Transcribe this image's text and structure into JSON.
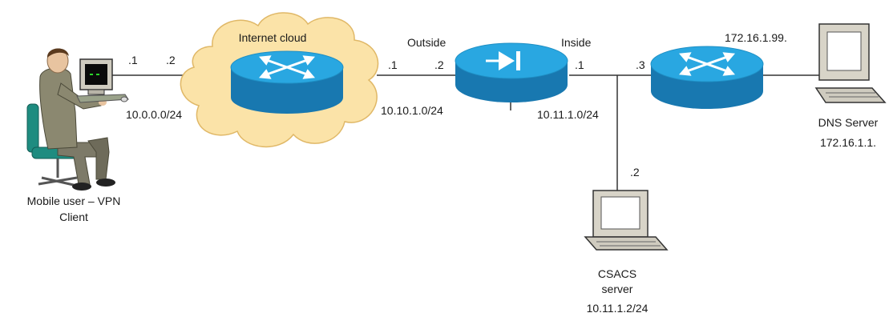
{
  "labels": {
    "cloud": "Internet cloud",
    "user_line1": "Mobile user – VPN",
    "user_line2": "Client",
    "user_if": ".1",
    "internet_if_left": ".2",
    "net_left": "10.0.0.0/24",
    "internet_if_right": ".1",
    "fw_outside_if": ".2",
    "fw_outside": "Outside",
    "net_outside": "10.10.1.0/24",
    "fw_inside": "Inside",
    "fw_inside_if": ".1",
    "net_inside": "10.11.1.0/24",
    "router_if": ".3",
    "router_right_ip": "172.16.1.99.",
    "dns_name": "DNS Server",
    "dns_ip": "172.16.1.1.",
    "csacs_if": ".2",
    "csacs_line1": "CSACS",
    "csacs_line2": "server",
    "csacs_ip": "10.11.1.2/24"
  },
  "colors": {
    "device_top": "#29a7e1",
    "device_side": "#1878b0",
    "cloud_fill": "#fbe3a8",
    "cloud_stroke": "#e0b867",
    "link": "#333333",
    "terminal_body": "#d8d4c8"
  }
}
